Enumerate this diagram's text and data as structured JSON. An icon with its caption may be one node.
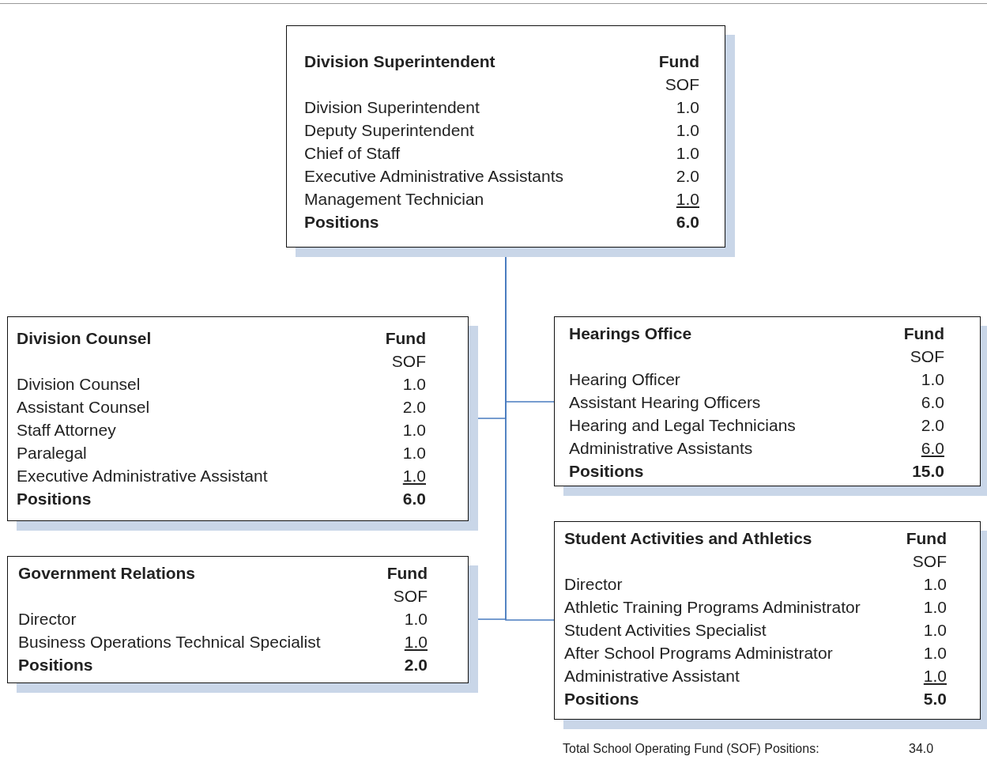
{
  "diagram": {
    "nodes": [
      {
        "text": [
          "Division Superintendent",
          "Fund",
          "SOF",
          "Division Superintendent",
          "1.0",
          "Deputy Superintendent",
          "1.0",
          "Chief of Staff",
          "1.0",
          "Executive Administrative Assistants",
          "2.0",
          "Management Technician",
          "1.0",
          "Positions",
          "6.0"
        ]
      },
      {
        "text": [
          "Division Counsel",
          "Fund",
          "SOF",
          "Division Counsel",
          "1.0",
          "Assistant Counsel",
          "2.0",
          "Staff Attorney",
          "1.0",
          "Paralegal",
          "1.0",
          "Executive Administrative Assistant",
          "1.0",
          "Positions",
          "6.0"
        ]
      },
      {
        "text": [
          "Hearings Office",
          "Fund",
          "SOF",
          "Hearing Officer",
          "1.0",
          "Assistant Hearing Officers",
          "6.0",
          "Hearing and Legal Technicians",
          "2.0",
          "Administrative Assistants",
          "6.0",
          "Positions",
          "15.0"
        ]
      },
      {
        "text": [
          "Government Relations",
          "Fund",
          "SOF",
          "Director",
          "1.0",
          "Business Operations Technical Specialist",
          "1.0",
          "Positions",
          "2.0"
        ]
      },
      {
        "text": [
          "Student Activities and Athletics",
          "Fund",
          "SOF",
          "Director",
          "1.0",
          "Athletic Training Programs Administrator",
          "1.0",
          "Student Activities Specialist",
          "1.0",
          "After School Programs Administrator",
          "1.0",
          "Administrative Assistant",
          "1.0",
          "Positions",
          "5.0"
        ]
      }
    ],
    "edges": [
      {
        "from": 0,
        "to": 1,
        "arrow": "none"
      },
      {
        "from": 0,
        "to": 2,
        "arrow": "none"
      },
      {
        "from": 0,
        "to": 3,
        "arrow": "none"
      },
      {
        "from": 0,
        "to": 4,
        "arrow": "none"
      }
    ],
    "labels": [
      "Total School Operating Fund (SOF) Positions:",
      "34.0"
    ]
  }
}
